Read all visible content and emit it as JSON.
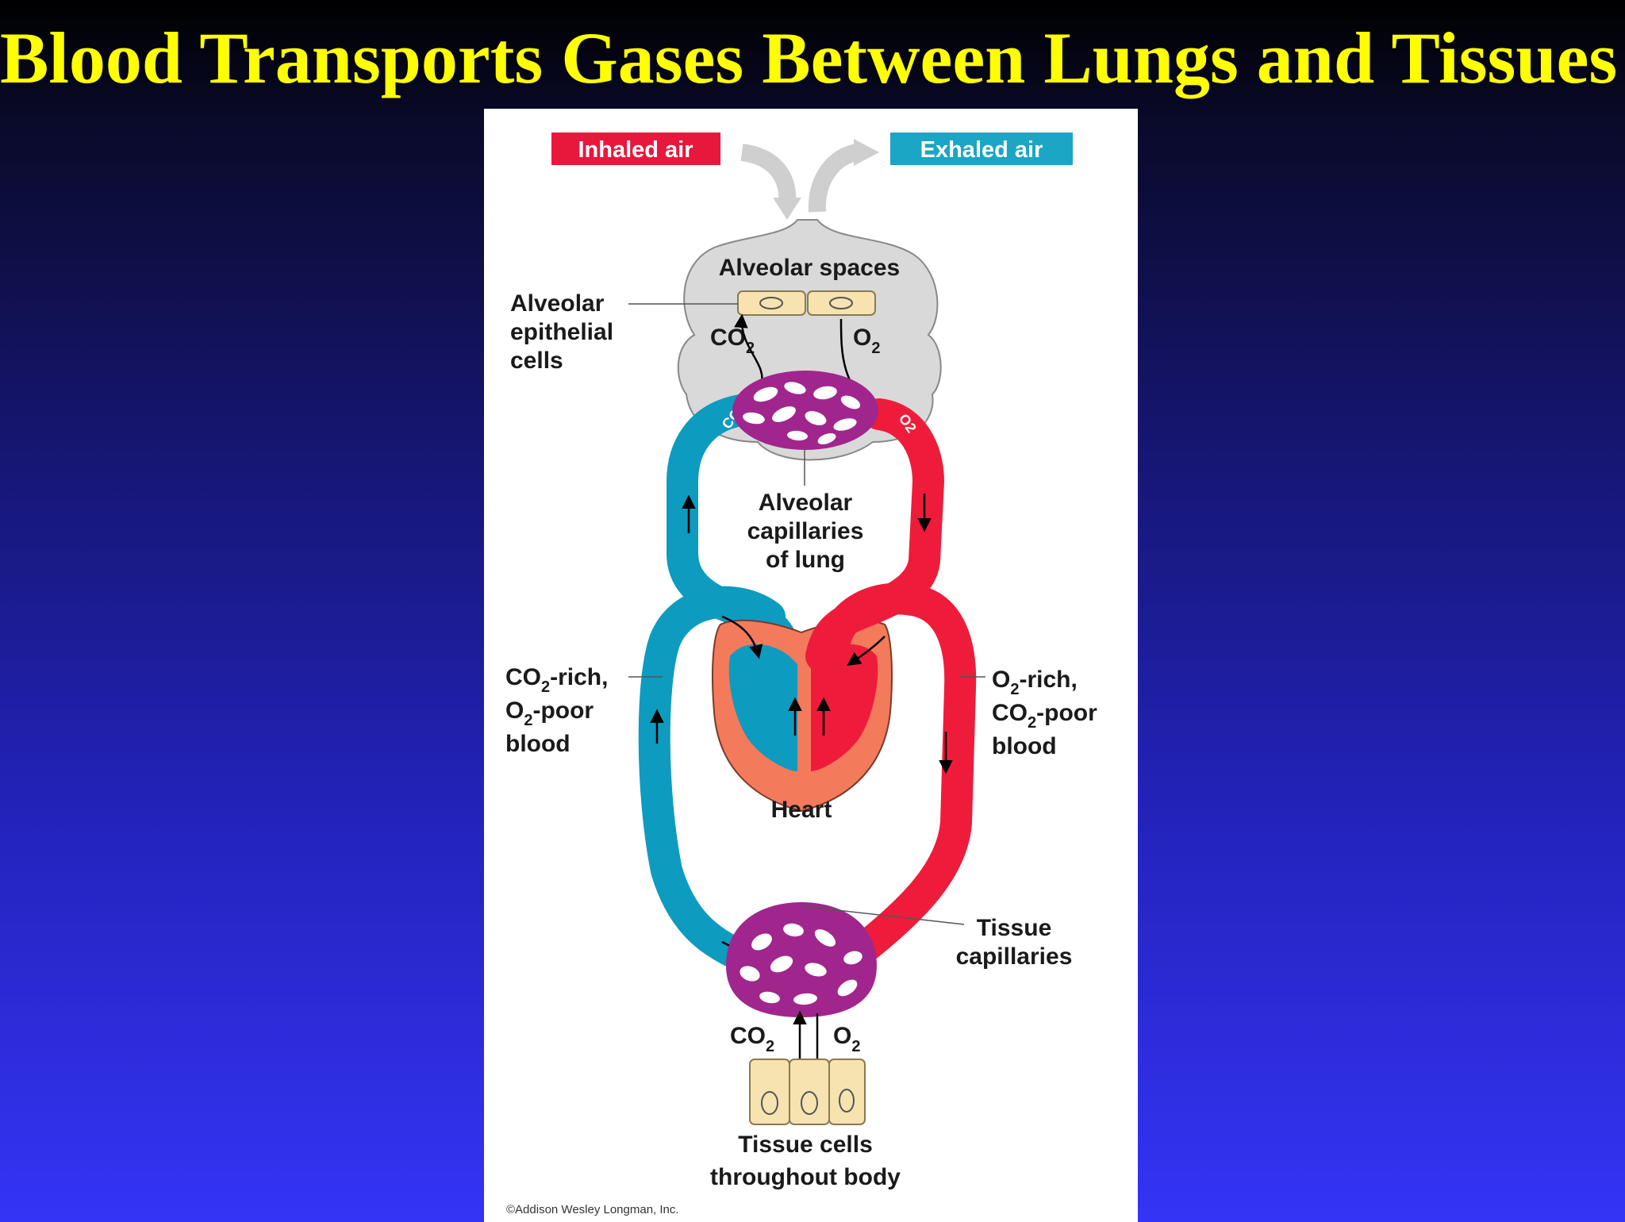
{
  "title": "Blood Transports Gases Between Lungs and Tissues",
  "colors": {
    "title": "#ffff00",
    "oxygen_rich_blood": "#ee1c3a",
    "co2_rich_blood": "#0e9bc0",
    "capillaries": "#a0268e",
    "heart_wall": "#f47a5c",
    "lung": "#d9d9d9",
    "cells": "#f6e3b0"
  },
  "inhaled_label": "Inhaled air",
  "exhaled_label": "Exhaled air",
  "alveolar_spaces_label": "Alveolar spaces",
  "alveolar_epithelial": {
    "line1": "Alveolar",
    "line2": "epithelial",
    "line3": "cells"
  },
  "lung_co2": {
    "main": "CO",
    "sub": "2"
  },
  "lung_o2": {
    "main": "O",
    "sub": "2"
  },
  "vessel_tag_co2": "CO2",
  "vessel_tag_o2": "O2",
  "alveolar_capillaries": {
    "line1": "Alveolar",
    "line2": "capillaries",
    "line3": "of lung"
  },
  "left_blood": {
    "line1_main": "CO",
    "line1_sub": "2",
    "line1_rest": "-rich,",
    "line2_main": "O",
    "line2_sub": "2",
    "line2_rest": "-poor",
    "line3": "blood"
  },
  "right_blood": {
    "line1_main": "O",
    "line1_sub": "2",
    "line1_rest": "-rich,",
    "line2_main": "CO",
    "line2_sub": "2",
    "line2_rest": "-poor",
    "line3": "blood"
  },
  "heart_label": "Heart",
  "tissue_capillaries": {
    "line1": "Tissue",
    "line2": "capillaries"
  },
  "tissue_co2": {
    "main": "CO",
    "sub": "2"
  },
  "tissue_o2": {
    "main": "O",
    "sub": "2"
  },
  "tissue_cells": {
    "line1": "Tissue cells",
    "line2": "throughout body"
  },
  "credit": "©Addison Wesley Longman, Inc."
}
